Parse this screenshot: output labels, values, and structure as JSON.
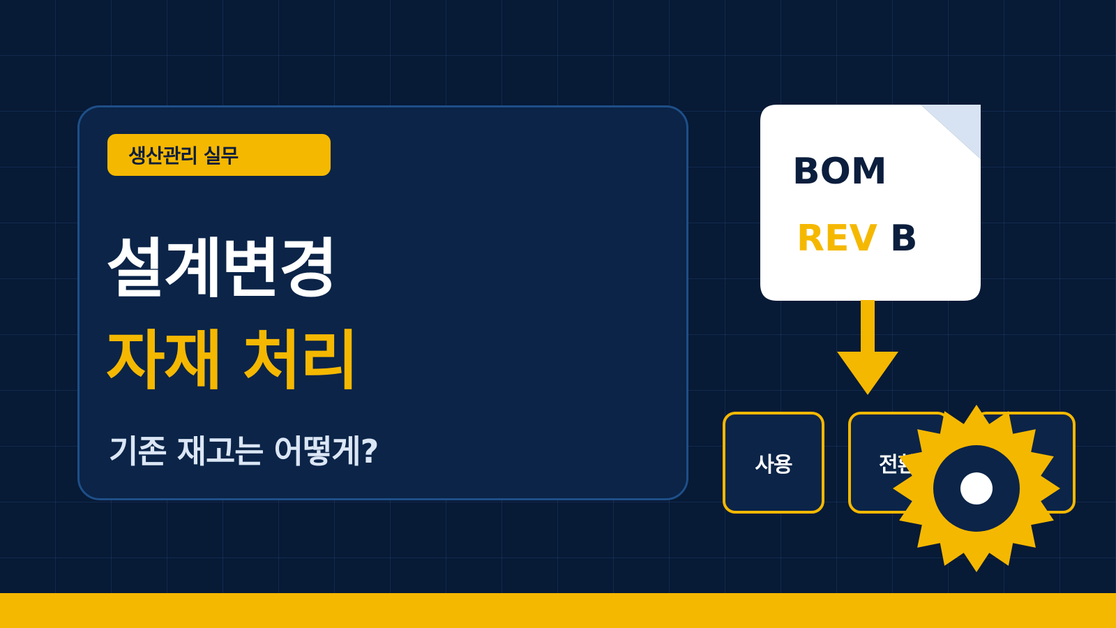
{
  "card": {
    "badge": "생산관리 실무",
    "title_line1": "설계변경",
    "title_line2": "자재 처리",
    "subtitle": "기존 재고는 어떻게?"
  },
  "bom_doc": {
    "title": "BOM",
    "rev_label": "REV",
    "rev_letter": "B"
  },
  "options": [
    {
      "label": "사용"
    },
    {
      "label": "전환"
    },
    {
      "label": ""
    }
  ],
  "icons": {
    "document": "document-icon",
    "arrow": "arrow-down-icon",
    "gear": "gear-icon"
  },
  "colors": {
    "background": "#071a36",
    "card": "#0b2448",
    "accent": "#f5b800",
    "text_dark": "#0b1e3d",
    "text_light": "#ffffff"
  }
}
